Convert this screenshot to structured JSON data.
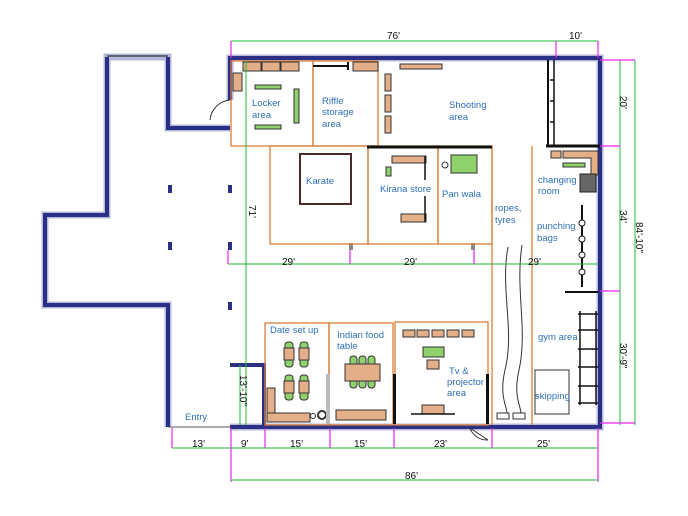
{
  "rooms": {
    "locker": [
      "Locker",
      "area"
    ],
    "riffle": [
      "Riffle",
      "storage",
      "area"
    ],
    "shooting": [
      "Shooting",
      "area"
    ],
    "karate": "Karate",
    "kirana": "Kirana store",
    "panwala": "Pan wala",
    "ropes": [
      "ropes,",
      "tyres"
    ],
    "changing": [
      "changing",
      "room"
    ],
    "punching": [
      "punching",
      "bags"
    ],
    "date": "Date set up",
    "indian": [
      "Indian food",
      "table"
    ],
    "tv": [
      "Tv &",
      "projector",
      "area"
    ],
    "gym": "gym area",
    "skipping": "skipping",
    "entry": "Entry"
  },
  "dimensions": {
    "top_76": "76'",
    "top_10": "10'",
    "right_20": "20'",
    "right_34": "34'",
    "right_total": "84'-10\"",
    "right_30": "30'-9\"",
    "left_71": "71'",
    "mid_29a": "29'",
    "mid_29b": "29'",
    "mid_29c": "29'",
    "entry_13_10": "13'-10\"",
    "bot_13": "13'",
    "bot_9": "9'",
    "bot_15a": "15'",
    "bot_15b": "15'",
    "bot_23": "23'",
    "bot_25": "25'",
    "bot_86": "86'"
  }
}
